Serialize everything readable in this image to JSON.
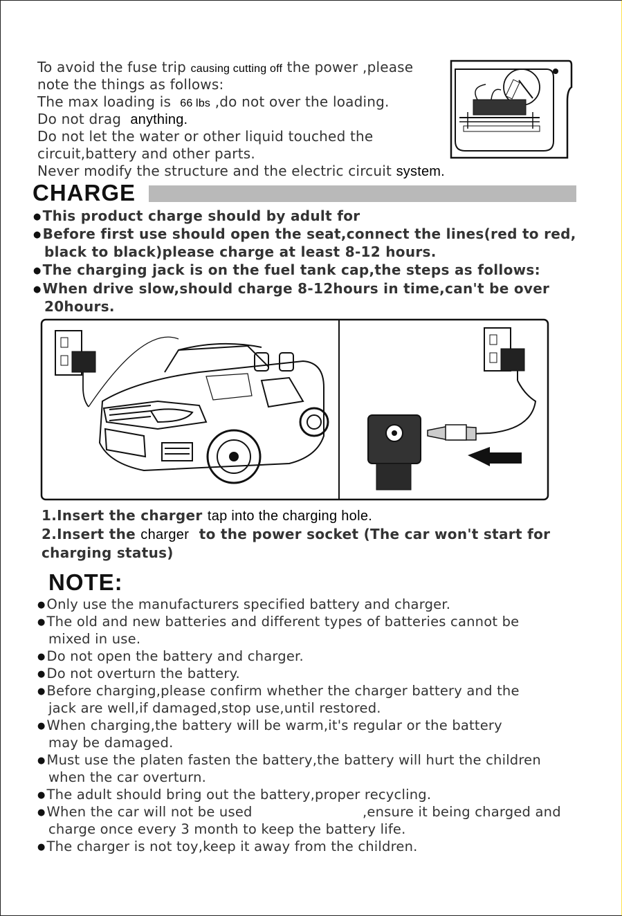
{
  "warnings": {
    "line1_a": "To avoid the fuse trip",
    "line1_b": "causing cutting off",
    "line1_c": "the power ,please",
    "line2": "note the things as follows:",
    "line3_a": "The max loading is",
    "line3_b": "66 lbs",
    "line3_c": ",do not over the loading.",
    "line4_a": "Do not drag",
    "line4_b": "anything.",
    "line5": "Do not let the water or other liquid touched the",
    "line6": "circuit,battery and other parts.",
    "line7_a": "Never modify the structure and the electric circuit",
    "line7_b": "system."
  },
  "charge": {
    "title": "CHARGE",
    "bullets": [
      "This product charge should by adult for",
      "Before first use should open the seat,connect the lines(red to red,",
      "black to black)please charge at least 8-12 hours.",
      "The charging jack is on the fuel tank cap,the steps as follows:",
      "When drive slow,should charge 8-12hours in time,can't be over",
      "20hours."
    ]
  },
  "steps": {
    "s1_a": "1.Insert the charger",
    "s1_b": "tap into the charging hole.",
    "s2_a": "2.Insert the",
    "s2_b": "charger",
    "s2_c": "to the power socket (The car won't start for",
    "s2_d": "charging status)"
  },
  "note": {
    "title": "NOTE:",
    "lines": [
      "Only  use the manufacturers specified battery and charger.",
      "The old and new batteries and different types of batteries cannot be",
      "mixed  in use.",
      "Do not open the battery and charger.",
      "Do not overturn the battery.",
      "Before charging,please confirm whether the charger battery and the",
      "jack are well,if damaged,stop use,until restored.",
      "When charging,the battery will be warm,it's regular or the battery",
      "may be damaged.",
      "Must use the platen fasten the battery,the battery will hurt the children",
      "when the car overturn.",
      "The adult should bring out the battery,proper recycling.",
      "When the car will not be used",
      ",ensure it being charged and",
      "charge once every 3 month to keep the battery life.",
      "The charger is not toy,keep it away from the children."
    ]
  },
  "icons": [
    "fuse-box-illustration",
    "car-charging-illustration",
    "charging-jack-illustration",
    "wall-outlet-icon",
    "arrow-left-icon"
  ]
}
